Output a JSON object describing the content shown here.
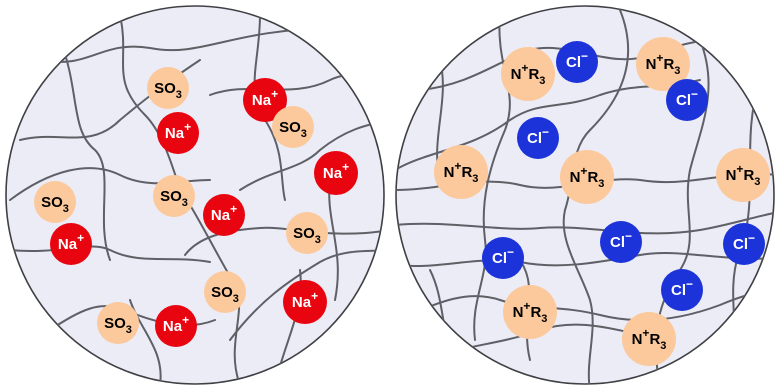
{
  "colors": {
    "matrix_fill": "#ececf7",
    "fiber": "#5f5f66",
    "fixed_group_fill": "#fbc99c",
    "sodium_fill": "#e8050f",
    "chloride_fill": "#1c33d9",
    "fixed_group_text": "#000000",
    "counter_ion_text": "#ffffff"
  },
  "panels": [
    {
      "fixed_group": {
        "main": "SO",
        "sub": "3",
        "sup": ""
      },
      "counter_ion": {
        "main": "Na",
        "sup": "+"
      }
    },
    {
      "fixed_group": {
        "main": "N",
        "sup": "+",
        "sub": "R",
        "sub2": "3"
      },
      "counter_ion": {
        "main": "Cl",
        "sup": "−"
      }
    }
  ]
}
